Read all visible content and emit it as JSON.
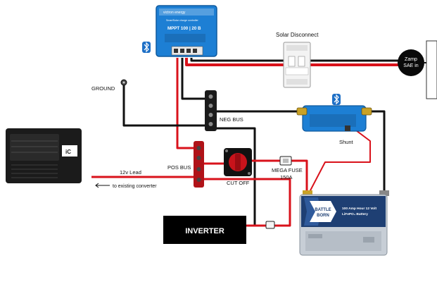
{
  "labels": {
    "ground": "GROUND",
    "solar_disconnect": "Solar Disconnect",
    "zamp_line1": "Zamp",
    "zamp_line2": "SAE in",
    "neg_bus": "NEG BUS",
    "pos_bus": "POS BUS",
    "shunt": "Shunt",
    "cut_off": "CUT OFF",
    "mega_fuse_line1": "MEGA FUSE",
    "mega_fuse_line2": "150A",
    "lead_12v": "12v Lead",
    "to_existing_converter": "to existing converter",
    "inverter": "INVERTER",
    "converter_badge": "iC"
  },
  "charge_controller": {
    "brand": "victron energy",
    "name": "SmartSolar charge controller",
    "model": "MPPT 100 | 20 B"
  },
  "battery": {
    "brand_line1": "BATTLE",
    "brand_line2": "BORN",
    "title_line1": "100 Amp Hour 12 Volt",
    "title_line2": "LiFePO₄ Battery"
  },
  "colors": {
    "positive_wire": "#d9121b",
    "negative_wire": "#111111",
    "victron_blue": "#1d7fd4",
    "bus_red": "#b01218"
  },
  "icons": {
    "bluetooth_1": "bluetooth-icon",
    "bluetooth_2": "bluetooth-icon"
  }
}
